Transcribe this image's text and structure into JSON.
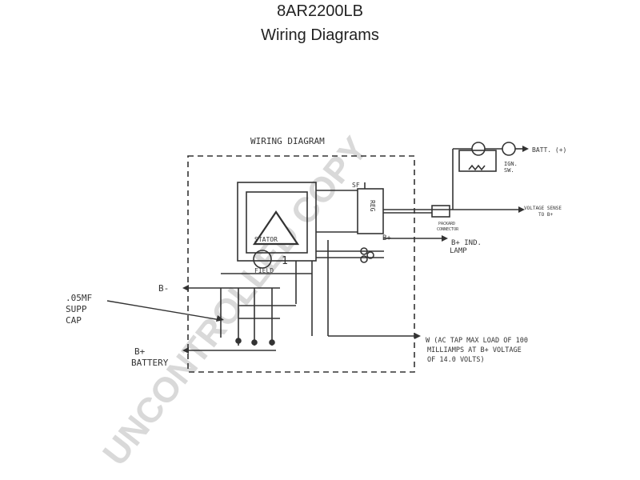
{
  "header": {
    "model": "8AR2200LB",
    "subtitle": "Wiring Diagrams"
  },
  "diagram": {
    "caption": "WIRING DIAGRAM",
    "stator_label": "STATOR",
    "field_label": "FIELD",
    "field_number": "1",
    "reg_label": "REG",
    "sf_label": "SF",
    "b_minus": "B-",
    "b_plus_top": "B+",
    "b_plus_ind_lamp_1": "B+ IND.",
    "b_plus_ind_lamp_2": "LAMP",
    "batt_plus": "BATT. (+)",
    "ign_sw_1": "IGN.",
    "ign_sw_2": "SW.",
    "voltage_sense_1": "VOLTAGE SENSE",
    "voltage_sense_2": "TO B+",
    "packard_1": "PACKARD",
    "packard_2": "CONNECTOR",
    "supp_cap_1": ".05MF",
    "supp_cap_2": "SUPP",
    "supp_cap_3": "CAP",
    "b_plus_battery_1": "B+",
    "b_plus_battery_2": "BATTERY",
    "w_tap_1": "W (AC TAP MAX LOAD OF 100",
    "w_tap_2": "MILLIAMPS AT B+ VOLTAGE",
    "w_tap_3": "OF 14.0 VOLTS)"
  },
  "watermark": "UNCONTROLLED COPY",
  "colors": {
    "line": "#333333",
    "watermark": "#d9d9d9",
    "background": "#ffffff"
  }
}
